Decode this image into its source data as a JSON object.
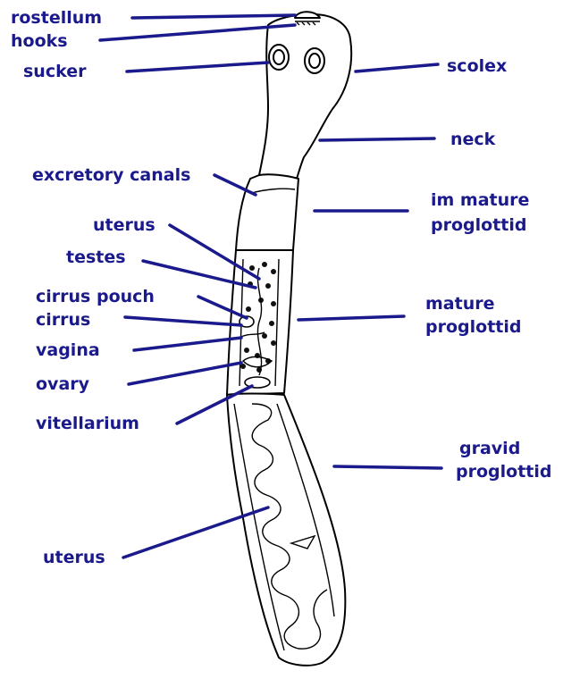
{
  "colors": {
    "label": "#1a1a8c",
    "outline": "#000000",
    "background": "#ffffff"
  },
  "labels": {
    "rostellum": "rostellum",
    "hooks": "hooks",
    "sucker": "sucker",
    "scolex": "scolex",
    "neck": "neck",
    "excretory_canals": "excretory canals",
    "immature": "im mature",
    "immature_proglottid": "proglottid",
    "uterus_top": "uterus",
    "testes": "testes",
    "cirrus_pouch": "cirrus pouch",
    "cirrus": "cirrus",
    "vagina": "vagina",
    "ovary": "ovary",
    "vitellarium": "vitellarium",
    "mature": "mature",
    "mature_proglottid": "proglottid",
    "gravid": "gravid",
    "gravid_proglottid": "proglottid",
    "uterus_bottom": "uterus"
  }
}
